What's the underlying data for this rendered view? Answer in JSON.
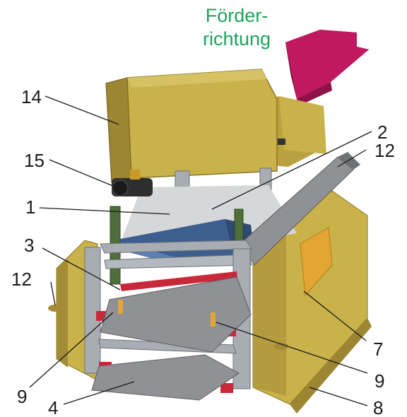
{
  "direction_label": {
    "line1": "Förder-",
    "line2": "richtung"
  },
  "colors": {
    "frame_yellow": "#c9b24a",
    "frame_yellow_dark": "#9c8632",
    "steel_grey": "#a7adb3",
    "plate_grey": "#8f9195",
    "funnel_blue": "#3d5f8f",
    "roller_red": "#c8283a",
    "arrow_magenta": "#c0195f",
    "arrow_magenta_dark": "#8e1247",
    "label_green": "#1fa35a",
    "orange_panel": "#e3a534"
  },
  "callouts": [
    {
      "id": "c14",
      "text": "14"
    },
    {
      "id": "c2",
      "text": "2"
    },
    {
      "id": "c12a",
      "text": "12"
    },
    {
      "id": "c15",
      "text": "15"
    },
    {
      "id": "c1",
      "text": "1"
    },
    {
      "id": "c3",
      "text": "3"
    },
    {
      "id": "c12b",
      "text": "12"
    },
    {
      "id": "c7",
      "text": "7"
    },
    {
      "id": "c9a",
      "text": "9"
    },
    {
      "id": "c9b",
      "text": "9"
    },
    {
      "id": "c4",
      "text": "4"
    },
    {
      "id": "c8",
      "text": "8"
    }
  ]
}
